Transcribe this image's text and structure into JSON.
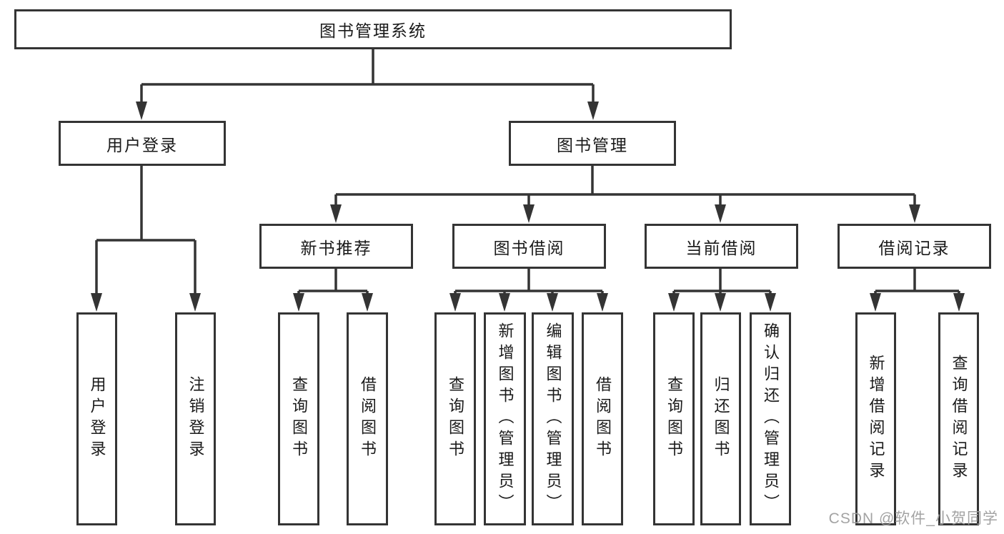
{
  "diagram_title": "图书管理系统",
  "colors": {
    "line": "#343434",
    "text": "#1a1a1a",
    "watermark": "#9e9e9e",
    "background": "#ffffff"
  },
  "tree": {
    "label": "图书管理系统",
    "children": [
      {
        "label": "用户登录",
        "children": [
          {
            "label": "用户登录"
          },
          {
            "label": "注销登录"
          }
        ]
      },
      {
        "label": "图书管理",
        "children": [
          {
            "label": "新书推荐",
            "children": [
              {
                "label": "查询图书"
              },
              {
                "label": "借阅图书"
              }
            ]
          },
          {
            "label": "图书借阅",
            "children": [
              {
                "label": "查询图书"
              },
              {
                "label": "新增图书（管理员）"
              },
              {
                "label": "编辑图书（管理员）"
              },
              {
                "label": "借阅图书"
              }
            ]
          },
          {
            "label": "当前借阅",
            "children": [
              {
                "label": "查询图书"
              },
              {
                "label": "归还图书"
              },
              {
                "label": "确认归还（管理员）"
              }
            ]
          },
          {
            "label": "借阅记录",
            "children": [
              {
                "label": "新增借阅记录"
              },
              {
                "label": "查询借阅记录"
              }
            ]
          }
        ]
      }
    ]
  },
  "watermark": {
    "text": "CSDN @软件_小贺同学"
  }
}
